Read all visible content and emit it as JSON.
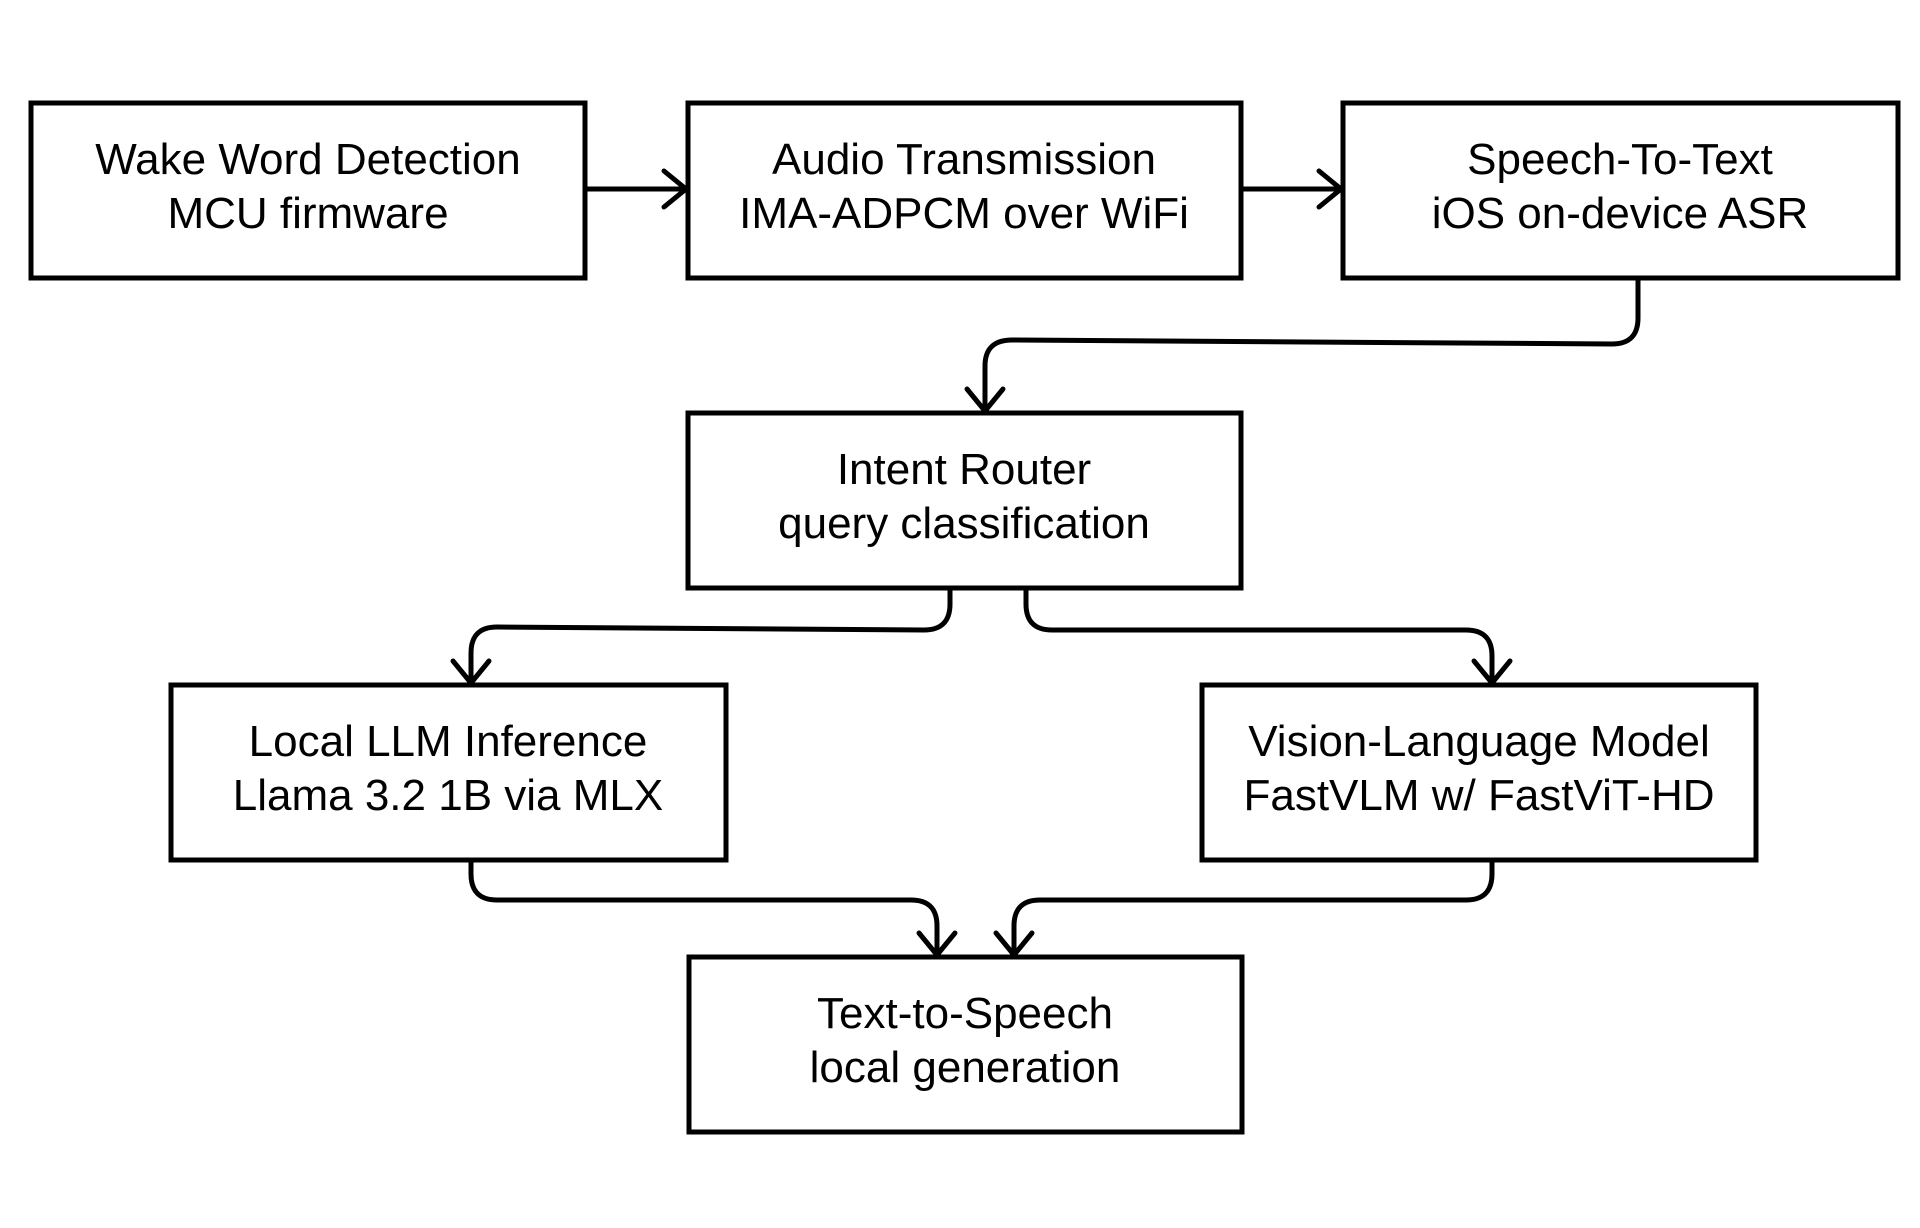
{
  "nodes": {
    "wake": {
      "title": "Wake Word Detection",
      "subtitle": "MCU firmware"
    },
    "audio": {
      "title": "Audio Transmission",
      "subtitle": "IMA-ADPCM over WiFi"
    },
    "stt": {
      "title": "Speech-To-Text",
      "subtitle": "iOS on-device ASR"
    },
    "router": {
      "title": "Intent Router",
      "subtitle": "query classification"
    },
    "llm": {
      "title": "Local LLM Inference",
      "subtitle": "Llama 3.2 1B via MLX"
    },
    "vlm": {
      "title": "Vision-Language Model",
      "subtitle": "FastVLM w/ FastViT-HD"
    },
    "tts": {
      "title": "Text-to-Speech",
      "subtitle": "local generation"
    }
  },
  "colors": {
    "stroke": "#000000",
    "background": "#ffffff",
    "text": "#000000"
  }
}
